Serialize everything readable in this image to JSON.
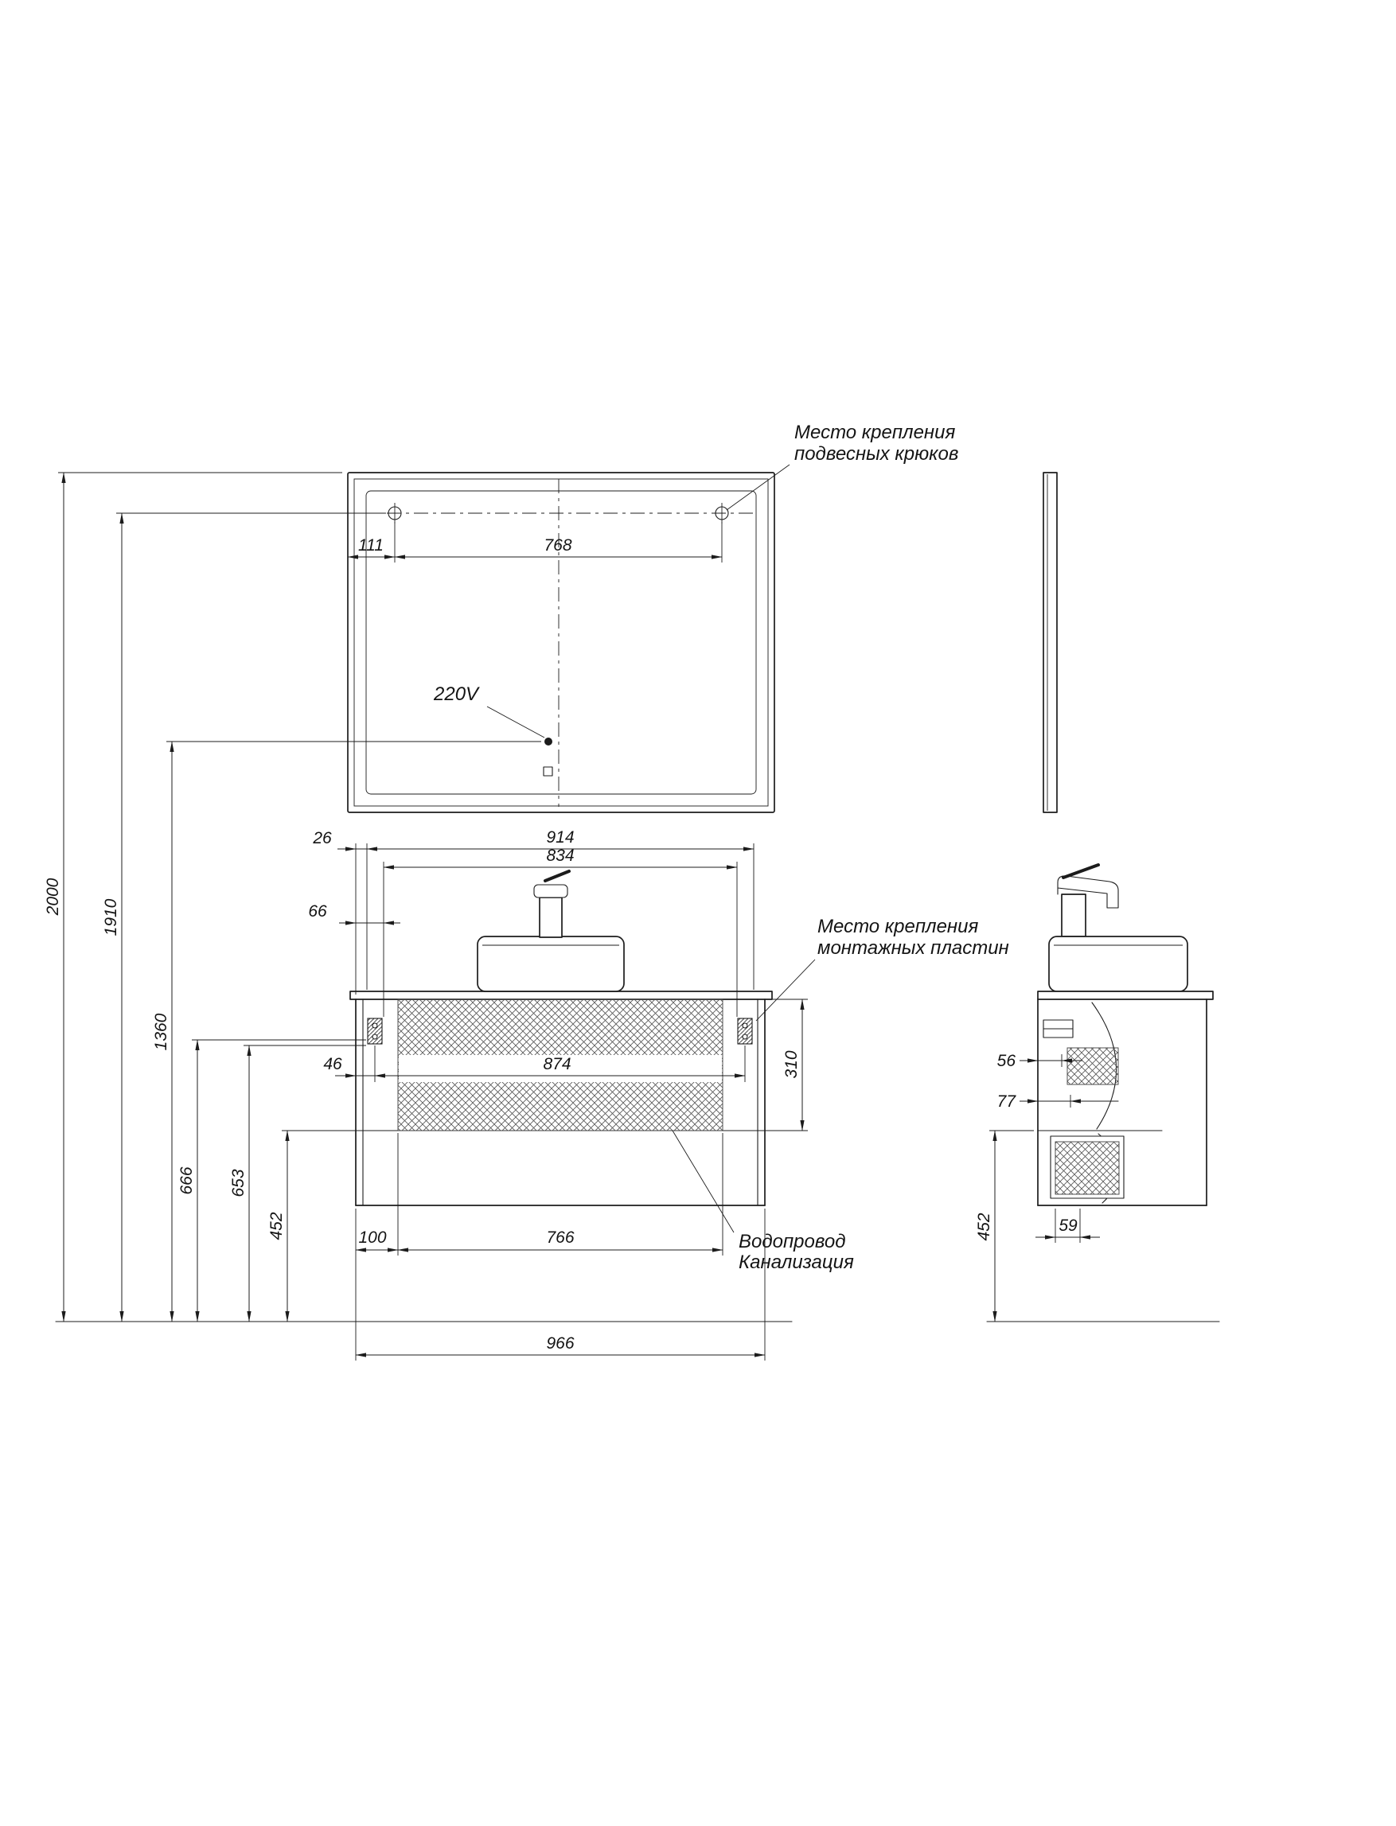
{
  "annotations": {
    "hooks_label": [
      "Место крепления",
      "подвесных крюков"
    ],
    "plates_label": [
      "Место крепления",
      "монтажных пластин"
    ],
    "plumbing_label": [
      "Водопровод",
      "Канализация"
    ],
    "power_label": "220V"
  },
  "dims": {
    "overall_height": "2000",
    "hooks_height": "1910",
    "power_height": "1360",
    "plate_top_height": "666",
    "plate_bottom_height": "653",
    "niche_bottom_height": "452",
    "hook_left_offset": "111",
    "hooks_span": "768",
    "edge_offset": "26",
    "mount_span": "914",
    "plates_outer_span": "834",
    "plate_edge_offset": "66",
    "plate_center_offset": "46",
    "plates_center_span": "874",
    "niche_height": "310",
    "niche_left_offset": "100",
    "niche_width": "766",
    "cabinet_width": "966",
    "side_plate_depth": "56",
    "side_shelf_depth": "77",
    "side_drain_offset": "59",
    "side_bottom_height": "452"
  },
  "colors": {
    "line": "#1c1c1c",
    "background": "#ffffff"
  }
}
